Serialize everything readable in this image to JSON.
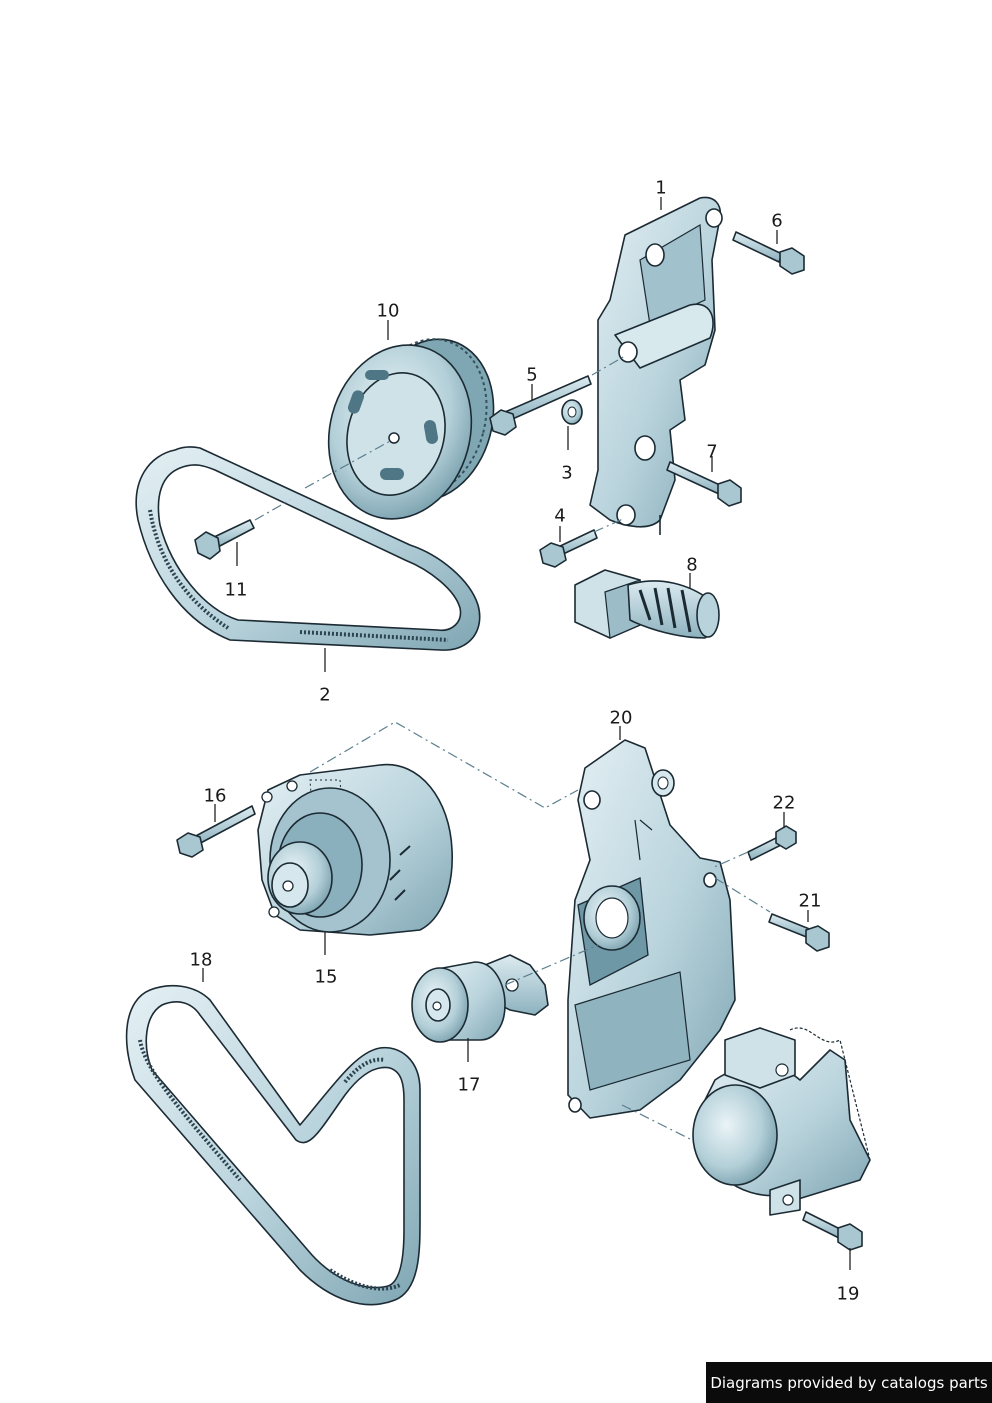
{
  "callouts": [
    {
      "id": "1",
      "label": "1"
    },
    {
      "id": "2",
      "label": "2"
    },
    {
      "id": "3",
      "label": "3"
    },
    {
      "id": "4",
      "label": "4"
    },
    {
      "id": "5",
      "label": "5"
    },
    {
      "id": "6",
      "label": "6"
    },
    {
      "id": "7",
      "label": "7"
    },
    {
      "id": "8",
      "label": "8"
    },
    {
      "id": "10",
      "label": "10"
    },
    {
      "id": "11",
      "label": "11"
    },
    {
      "id": "15",
      "label": "15"
    },
    {
      "id": "16",
      "label": "16"
    },
    {
      "id": "17",
      "label": "17"
    },
    {
      "id": "18",
      "label": "18"
    },
    {
      "id": "19",
      "label": "19"
    },
    {
      "id": "20",
      "label": "20"
    },
    {
      "id": "21",
      "label": "21"
    },
    {
      "id": "22",
      "label": "22"
    }
  ],
  "credit": "Diagrams provided by catalogs parts",
  "colors": {
    "part_fill": "#c9dfe6",
    "part_shadow": "#8fb3bf",
    "part_dark": "#5d8796",
    "line": "#1b2a33",
    "credit_bg": "#0b0b0b"
  }
}
